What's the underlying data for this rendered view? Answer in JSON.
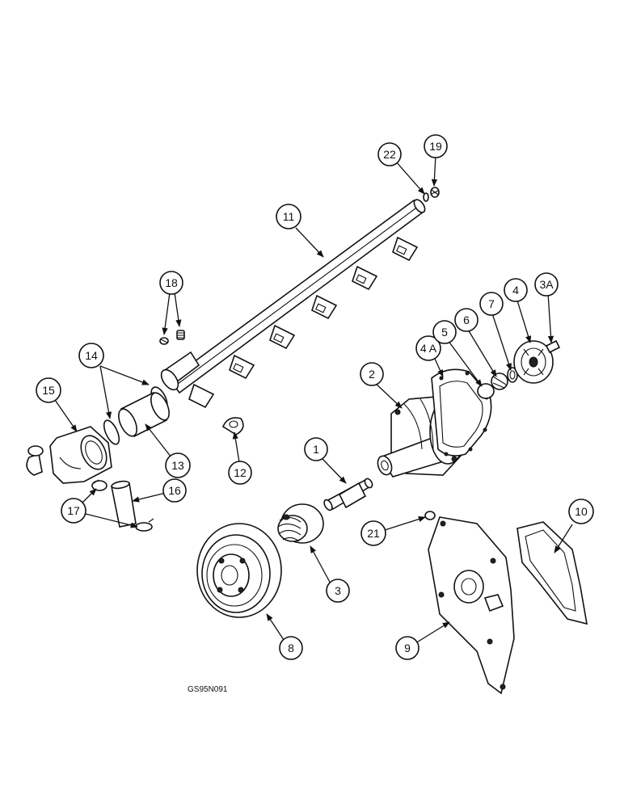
{
  "figure_id": "GS95N091",
  "callouts": {
    "c1": "1",
    "c2": "2",
    "c3": "3",
    "c3a": "3A",
    "c4": "4",
    "c4a": "4 A",
    "c5": "5",
    "c6": "6",
    "c7": "7",
    "c8": "8",
    "c9": "9",
    "c10": "10",
    "c11": "11",
    "c12": "12",
    "c13": "13",
    "c14": "14",
    "c15": "15",
    "c16": "16",
    "c17": "17",
    "c18": "18",
    "c19": "19",
    "c21": "21",
    "c22": "22"
  }
}
